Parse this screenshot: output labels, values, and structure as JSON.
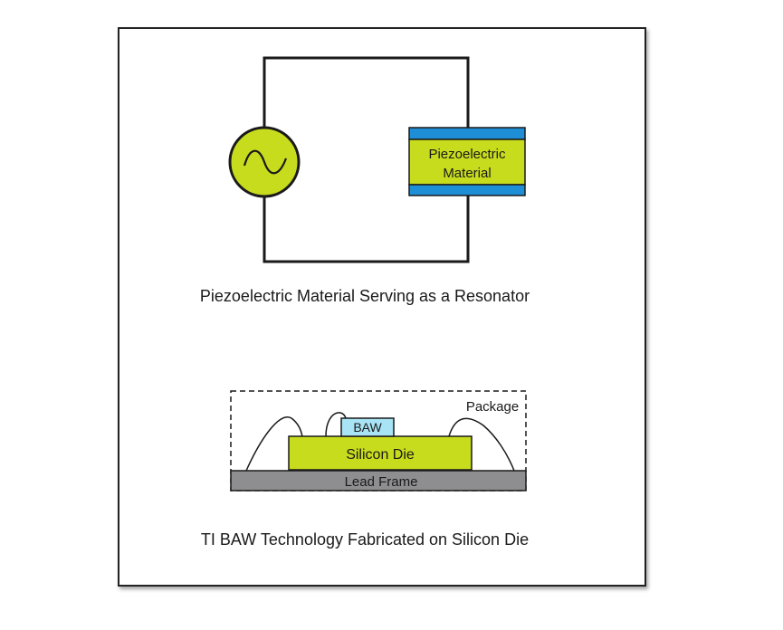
{
  "colors": {
    "accent_lime": "#C8DC1E",
    "electrode_blue": "#1E8FD6",
    "baw_light_blue": "#A8E4F5",
    "lead_frame_gray": "#8E8E90",
    "line": "#1A1A1A"
  },
  "icons": {
    "ac_source": "sine-wave-source-icon"
  },
  "resonator": {
    "material_line1": "Piezoelectric",
    "material_line2": "Material",
    "caption": "Piezoelectric Material Serving as a Resonator"
  },
  "baw": {
    "package_label": "Package",
    "baw_label": "BAW",
    "die_label": "Silicon Die",
    "lead_frame_label": "Lead Frame",
    "caption": "TI BAW Technology Fabricated on Silicon Die"
  }
}
